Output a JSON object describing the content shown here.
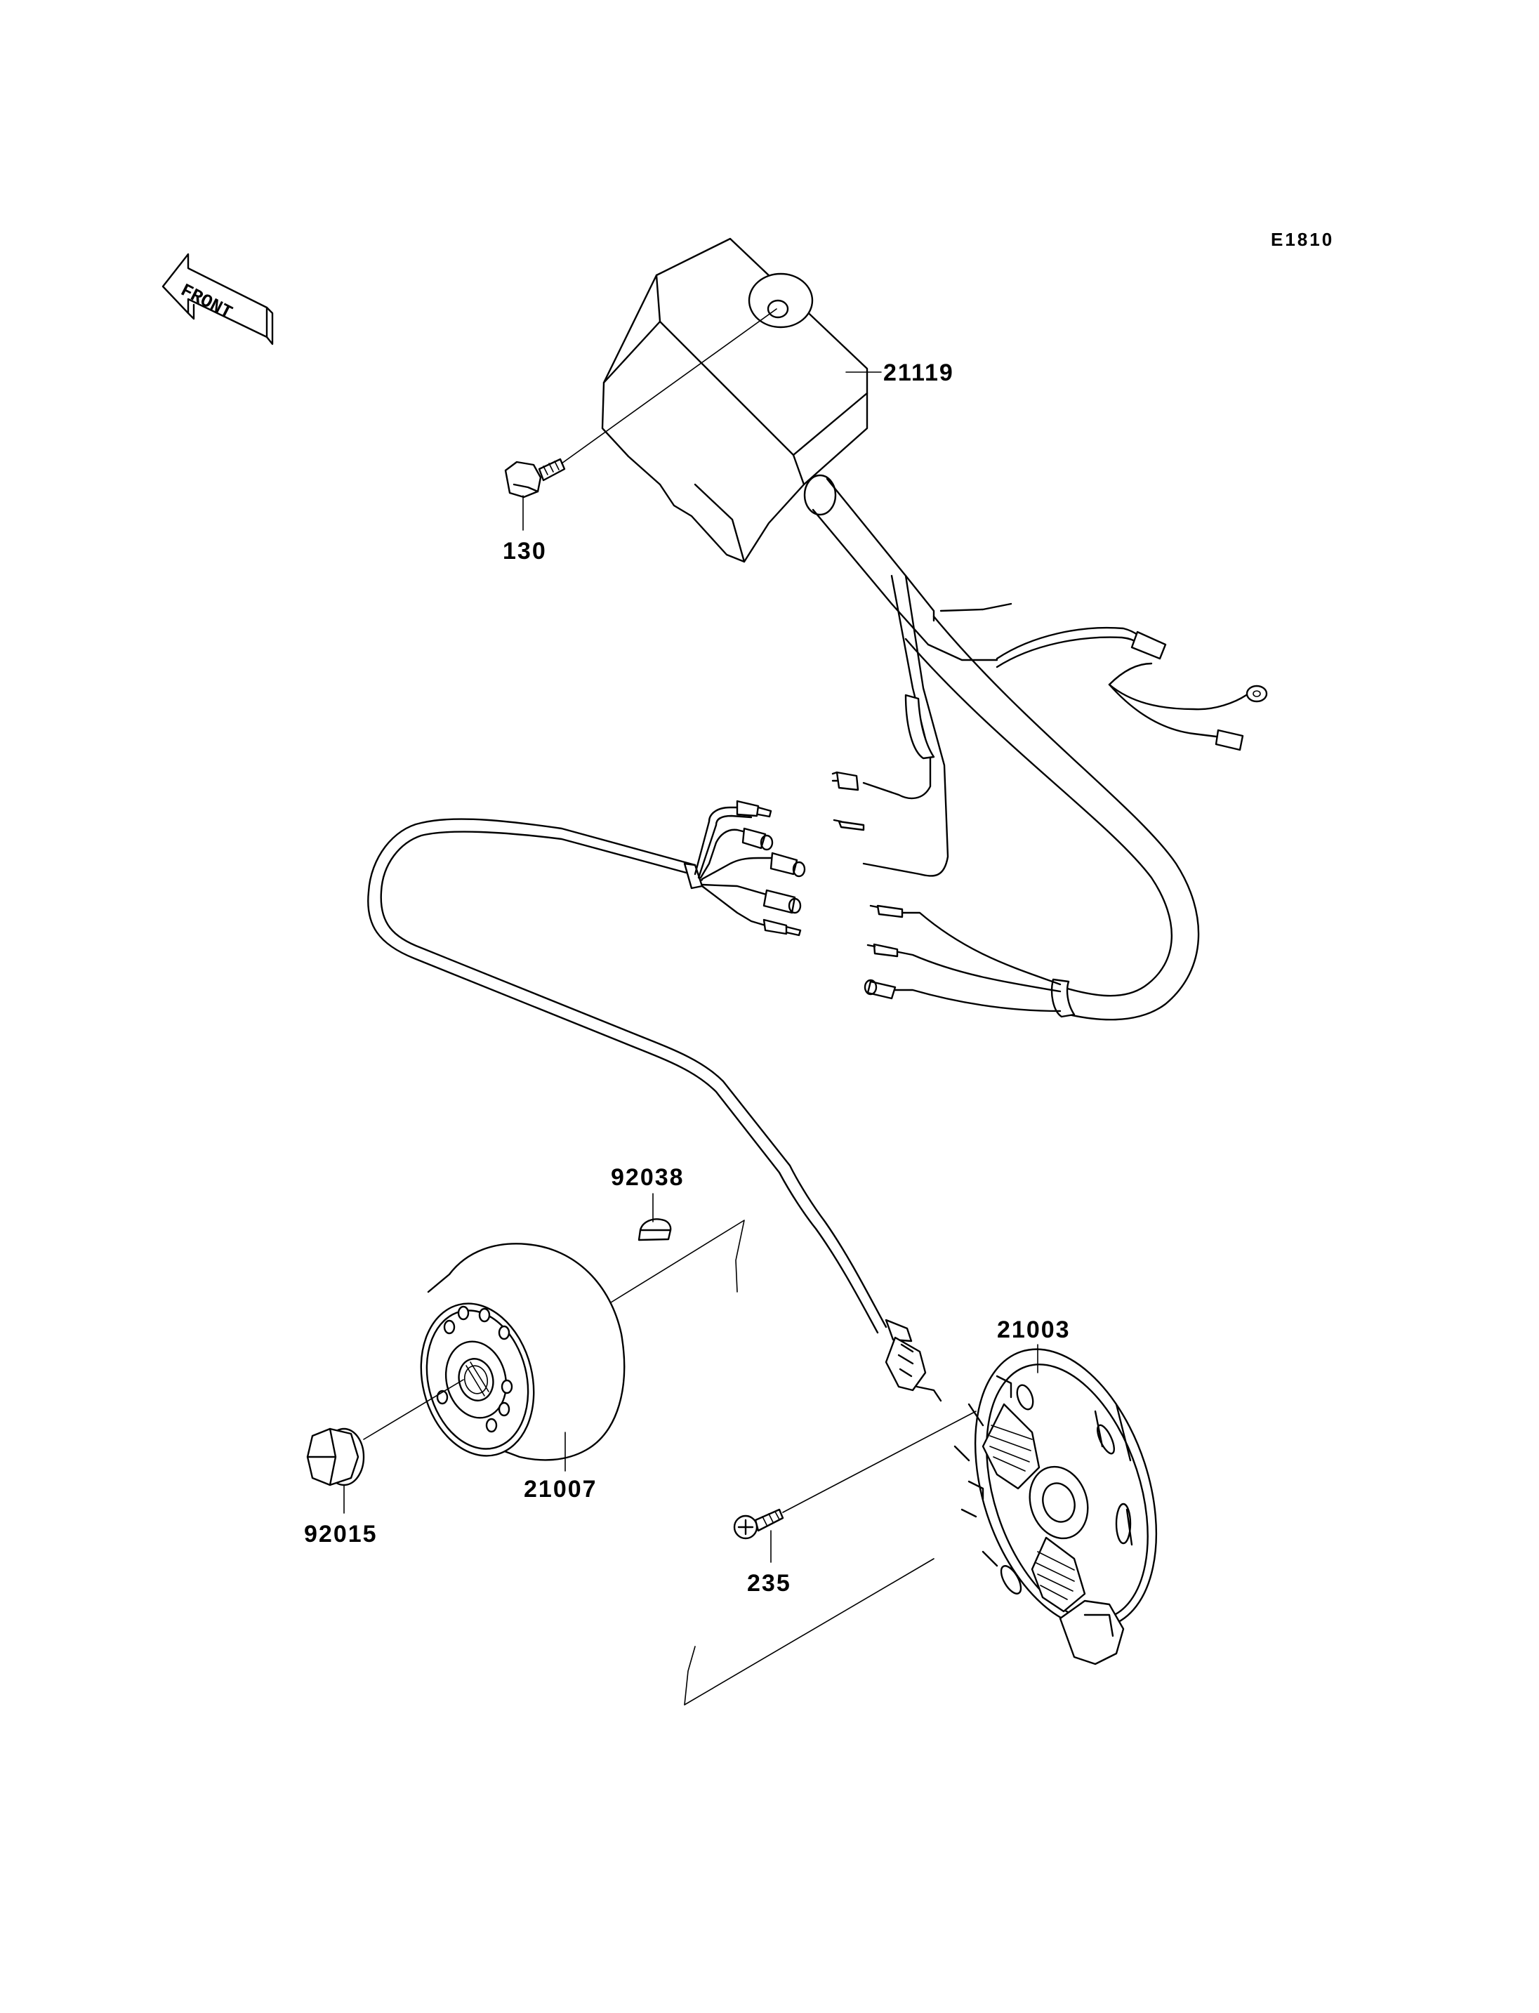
{
  "diagram": {
    "code": "E1810",
    "front_label": "FRONT",
    "parts": [
      {
        "number": "21119"
      },
      {
        "number": "130"
      },
      {
        "number": "92038"
      },
      {
        "number": "21003"
      },
      {
        "number": "21007"
      },
      {
        "number": "92015"
      },
      {
        "number": "235"
      }
    ]
  }
}
